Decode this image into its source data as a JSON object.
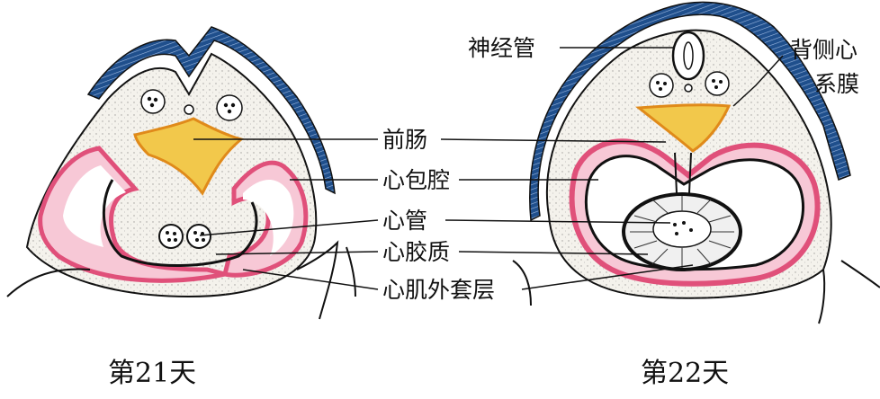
{
  "labels": {
    "neural_tube": "神经管",
    "dorsal_mesocardium_line1": "背侧心",
    "dorsal_mesocardium_line2": "系膜",
    "foregut": "前肠",
    "pericardial_cavity": "心包腔",
    "heart_tube": "心管",
    "cardiac_jelly": "心胶质",
    "myoepicardial_mantle": "心肌外套层"
  },
  "captions": {
    "left": "第21天",
    "right": "第22天"
  },
  "colors": {
    "ectoderm": "#1f4f8c",
    "foregut_fill": "#f2c84b",
    "foregut_edge": "#e08a1a",
    "myocardium": "#e0507a",
    "myocardium_inner": "#f7c8d6",
    "mesoderm": "#f5f3ee",
    "outline": "#111111"
  }
}
